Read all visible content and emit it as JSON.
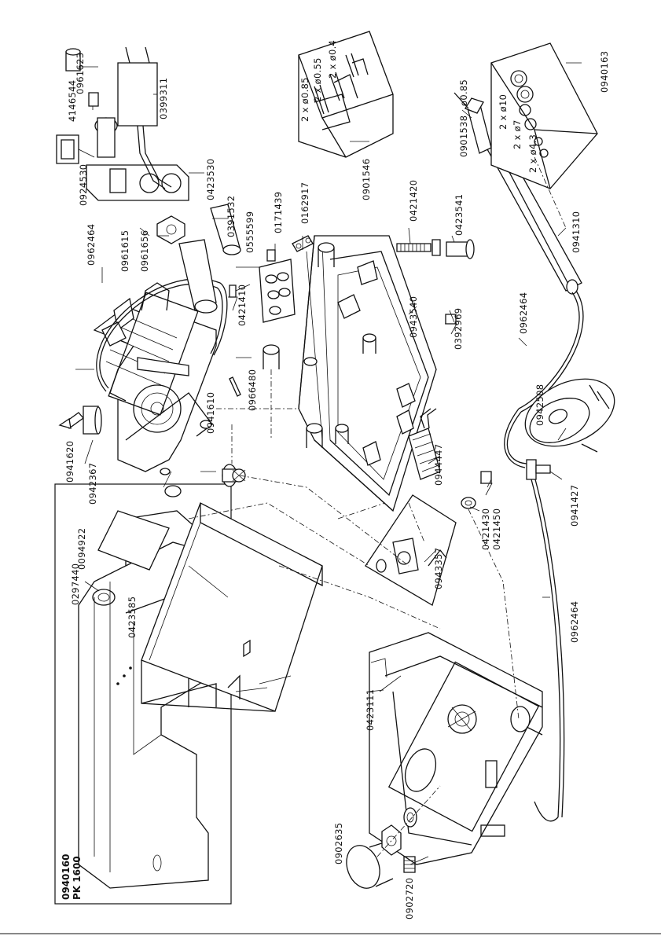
{
  "parts": {
    "p0940160": "0940160",
    "pk1600": "PK 1600",
    "p0297440": "0297440",
    "p0902635": "0902635",
    "p0902720": "0902720",
    "p0423111": "0423111",
    "p0423585": "0423585",
    "p0094922": "0094922",
    "p0942367": "0942367",
    "p0941620": "0941620",
    "p0941610": "0941610",
    "p0966480": "0966480",
    "p0962464a": "0962464",
    "p0961656": "0961656",
    "p0961615": "0961615",
    "p0924530": "0924530",
    "p4146544": "4146544",
    "p0961623": "0961623",
    "p0399311": "0399311",
    "p0423530": "0423530",
    "p0391532": "0391532",
    "p0555599": "0555599",
    "p0171439": "0171439",
    "p0162917": "0162917",
    "p0421410": "0421410",
    "p0421420": "0421420",
    "p0423541": "0423541",
    "p0943540": "0943540",
    "p0392969": "0392969",
    "p0944447": "0944447",
    "p0943357": "0943357",
    "p0421430": "0421430",
    "p0421450": "0421450",
    "p0962464b": "0962464",
    "p0942508": "0942508",
    "p0941427": "0941427",
    "p0962464c": "0962464",
    "p0941310": "0941310",
    "p0901538": "0901538",
    "d085": "ø0.85",
    "p0901546": "0901546",
    "n2x085": "2 x ø0.85",
    "n2x055": "2 x ø0.55",
    "n2x04": "2 x ø0.4",
    "p0940163": "0940163",
    "n2x10": "2 x ø10",
    "n2x7": "2 x ø7",
    "n2x43": "2 x ø4.3"
  }
}
